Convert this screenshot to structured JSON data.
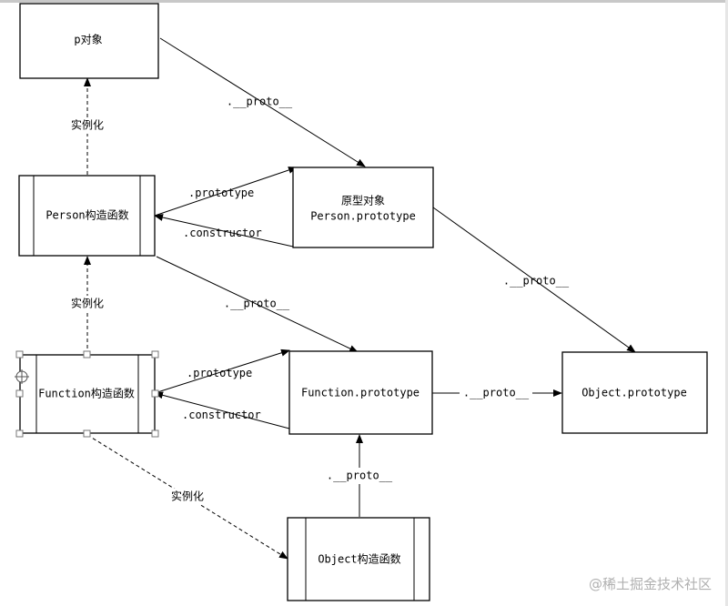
{
  "nodes": {
    "p_obj": "p对象",
    "person_ctor": "Person构造函数",
    "person_proto_title": "原型对象",
    "person_proto_name": "Person.prototype",
    "function_ctor": "Function构造函数",
    "function_proto": "Function.prototype",
    "object_proto": "Object.prototype",
    "object_ctor": "Object构造函数"
  },
  "edges": {
    "proto_p": ".__proto__",
    "instantiate_1": "实例化",
    "prototype_1": ".prototype",
    "constructor_1": ".constructor",
    "proto_person_proto": ".__proto__",
    "instantiate_2": "实例化",
    "proto_person_ctor": ".__proto__",
    "prototype_2": ".prototype",
    "constructor_2": ".constructor",
    "proto_function_proto": ".__proto__",
    "proto_object_ctor": ".__proto__",
    "instantiate_3": "实例化"
  },
  "watermark": "@稀土掘金技术社区"
}
